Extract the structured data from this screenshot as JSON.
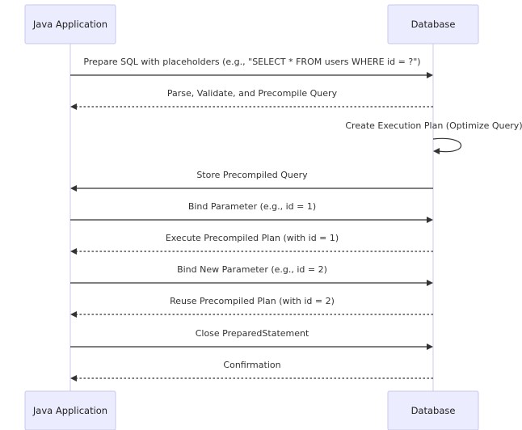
{
  "participants": [
    {
      "id": "app",
      "label": "Java Application"
    },
    {
      "id": "db",
      "label": "Database"
    }
  ],
  "messages": [
    {
      "from": "app",
      "to": "db",
      "style": "solid",
      "text": "Prepare SQL with placeholders (e.g., \"SELECT * FROM users WHERE id = ?\")"
    },
    {
      "from": "db",
      "to": "app",
      "style": "dotted",
      "text": "Parse, Validate, and Precompile Query"
    },
    {
      "from": "db",
      "to": "db",
      "style": "solid",
      "text": "Create Execution Plan (Optimize Query)"
    },
    {
      "from": "db",
      "to": "app",
      "style": "solid",
      "text": "Store Precompiled Query"
    },
    {
      "from": "app",
      "to": "db",
      "style": "solid",
      "text": "Bind Parameter (e.g., id = 1)"
    },
    {
      "from": "db",
      "to": "app",
      "style": "dotted",
      "text": "Execute Precompiled Plan (with id = 1)"
    },
    {
      "from": "app",
      "to": "db",
      "style": "solid",
      "text": "Bind New Parameter (e.g., id = 2)"
    },
    {
      "from": "db",
      "to": "app",
      "style": "dotted",
      "text": "Reuse Precompiled Plan (with id = 2)"
    },
    {
      "from": "app",
      "to": "db",
      "style": "solid",
      "text": "Close PreparedStatement"
    },
    {
      "from": "db",
      "to": "app",
      "style": "dotted",
      "text": "Confirmation"
    }
  ]
}
